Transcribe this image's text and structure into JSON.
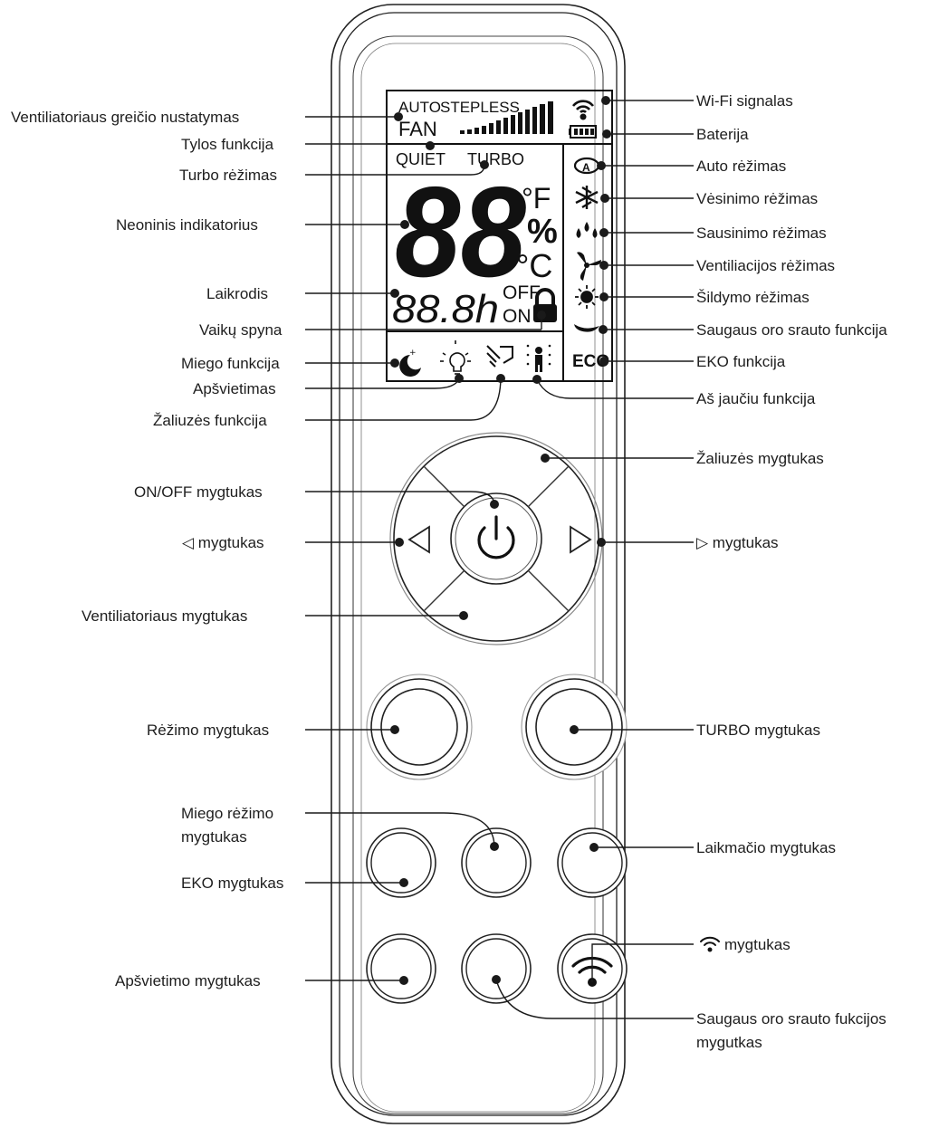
{
  "lcd": {
    "auto": "AUTO",
    "stepless": "STEPLESS",
    "fan": "FAN",
    "quiet": "QUIET",
    "turbo": "TURBO",
    "digits": "88",
    "deg_f": "°F",
    "percent": "%",
    "deg_c": "°C",
    "clock": "88.8h",
    "off": "OFF",
    "on": "ON",
    "eco": "ECO"
  },
  "labels_left": {
    "fan_speed_setting": "Ventiliatoriaus greičio nustatymas",
    "quiet_function": "Tylos funkcija",
    "turbo_mode": "Turbo rėžimas",
    "neon_indicator": "Neoninis indikatorius",
    "clock": "Laikrodis",
    "child_lock": "Vaikų spyna",
    "sleep_function": "Miego funkcija",
    "lighting": "Apšvietimas",
    "louver_function": "Žaliuzės funkcija",
    "on_off_button": "ON/OFF mygtukas",
    "left_button": "◁ mygtukas",
    "fan_button": "Ventiliatoriaus mygtukas",
    "mode_button": "Rėžimo mygtukas",
    "sleep_mode_button_1": "Miego rėžimo",
    "sleep_mode_button_2": "mygtukas",
    "eco_button": "EKO mygtukas",
    "lighting_button": "Apšvietimo mygtukas"
  },
  "labels_right": {
    "wifi_signal": "Wi-Fi signalas",
    "battery": "Baterija",
    "auto_mode": "Auto rėžimas",
    "cooling_mode": "Vėsinimo rėžimas",
    "drying_mode": "Sausinimo rėžimas",
    "ventilation_mode": "Ventiliacijos rėžimas",
    "heating_mode": "Šildymo rėžimas",
    "safe_airflow_function": "Saugaus oro srauto funkcija",
    "eco_function": "EKO funkcija",
    "i_feel_function": "Aš jaučiu funkcija",
    "louver_button": "Žaliuzės mygtukas",
    "right_button": "▷ mygtukas",
    "turbo_button": "TURBO mygtukas",
    "timer_button": "Laikmačio mygtukas",
    "wifi_button": "mygtukas",
    "safe_airflow_button_1": "Saugaus oro srauto fukcijos",
    "safe_airflow_button_2": "mygutkas"
  },
  "icons": [
    "wifi-icon",
    "battery-icon",
    "auto-mode-icon",
    "snowflake-icon",
    "drops-icon",
    "fan-icon",
    "sun-icon",
    "airflow-icon",
    "moon-icon",
    "bulb-icon",
    "louver-icon",
    "person-icon",
    "lock-icon",
    "power-icon"
  ]
}
